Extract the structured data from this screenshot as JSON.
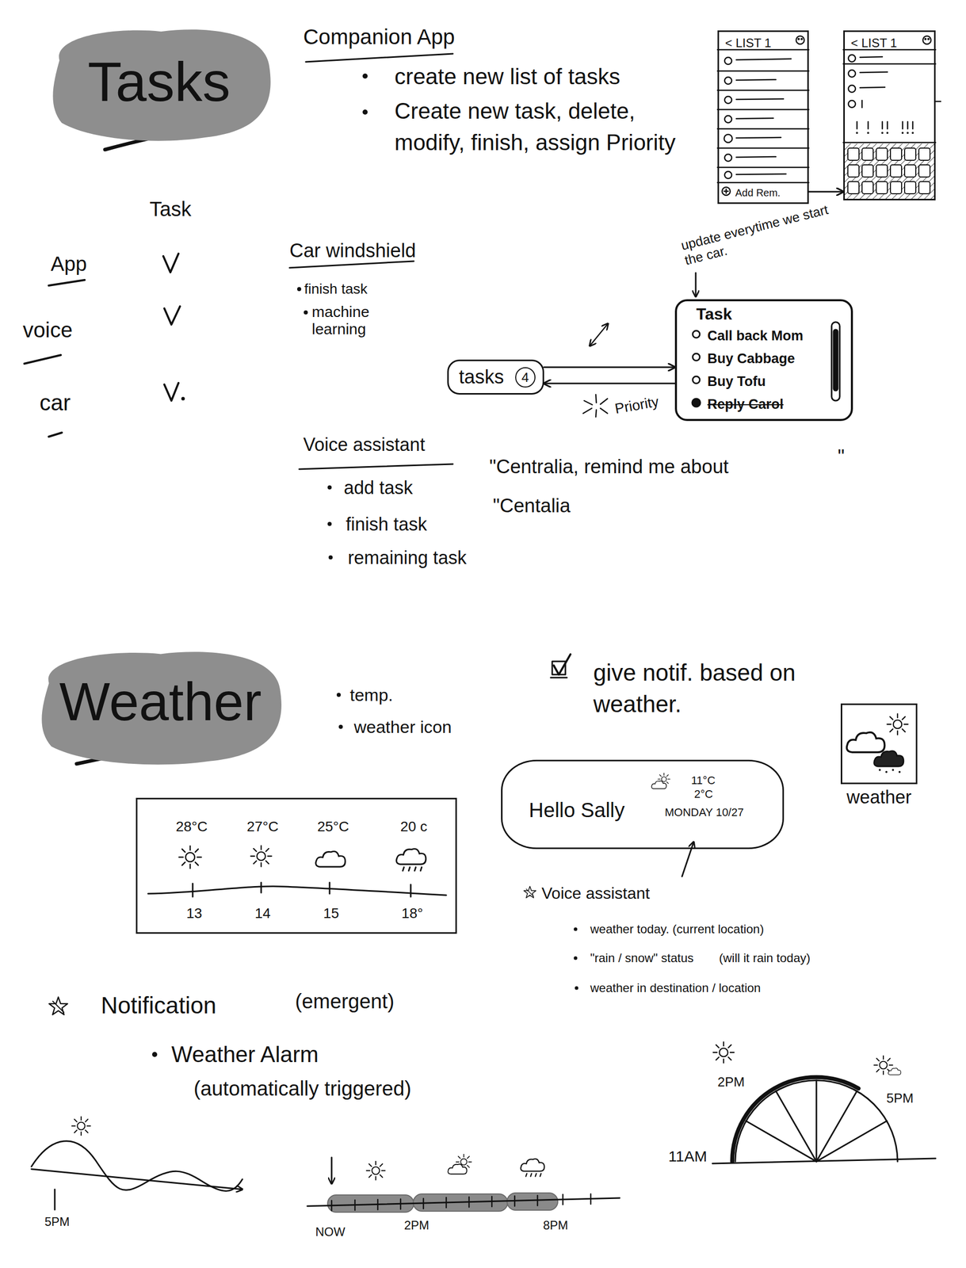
{
  "diagram": {
    "nodes": [
      {
        "text": [
          "Tasks"
        ]
      },
      {
        "text": [
          "< LIST 1",
          "Add Rem."
        ]
      },
      {
        "text": [
          "< LIST 1"
        ]
      },
      {
        "text": [
          "tasks",
          "4"
        ]
      },
      {
        "text": [
          "Task",
          "Call back Mom",
          "Buy Cabbage",
          "Buy Tofu",
          "Reply Carol"
        ]
      },
      {
        "text": [
          "Weather"
        ]
      },
      {
        "text": [
          "weather"
        ]
      },
      {
        "text": [
          "Hello Sally",
          "11°C",
          "2°C",
          "MONDAY 10/27"
        ]
      },
      {
        "text": [
          "28°C",
          "27°C",
          "25°C",
          "20 c",
          "13",
          "14",
          "15",
          "18°"
        ]
      }
    ],
    "edges": [
      {
        "from": 1,
        "to": 2,
        "arrow": "to"
      },
      {
        "from": 3,
        "to": 4,
        "arrow": "to"
      },
      {
        "from": 4,
        "to": 3,
        "arrow": "to"
      }
    ],
    "labels": [
      "Companion App",
      "create new list of tasks",
      "Create new task, delete, modify, finish, assign Priority",
      "Task",
      "App",
      "voice",
      "car",
      "Car windshield",
      "finish task",
      "machine learning",
      "Priority",
      "update everytime we start the car.",
      "Voice assistant",
      "add task",
      "finish task",
      "remaining task",
      "\"Centralia, remind me about",
      "\"",
      "\"Centalia",
      "temp.",
      "weather icon",
      "give notif. based on weather.",
      "Voice assistant",
      "weather today. (current location)",
      "\"rain / snow\" status",
      "(will it rain today)",
      "weather in destination / location",
      "Notification",
      "(emergent)",
      "Weather Alarm",
      "(automatically triggered)",
      "5PM",
      "NOW",
      "2PM",
      "8PM",
      "11AM",
      "2PM",
      "5PM"
    ]
  }
}
